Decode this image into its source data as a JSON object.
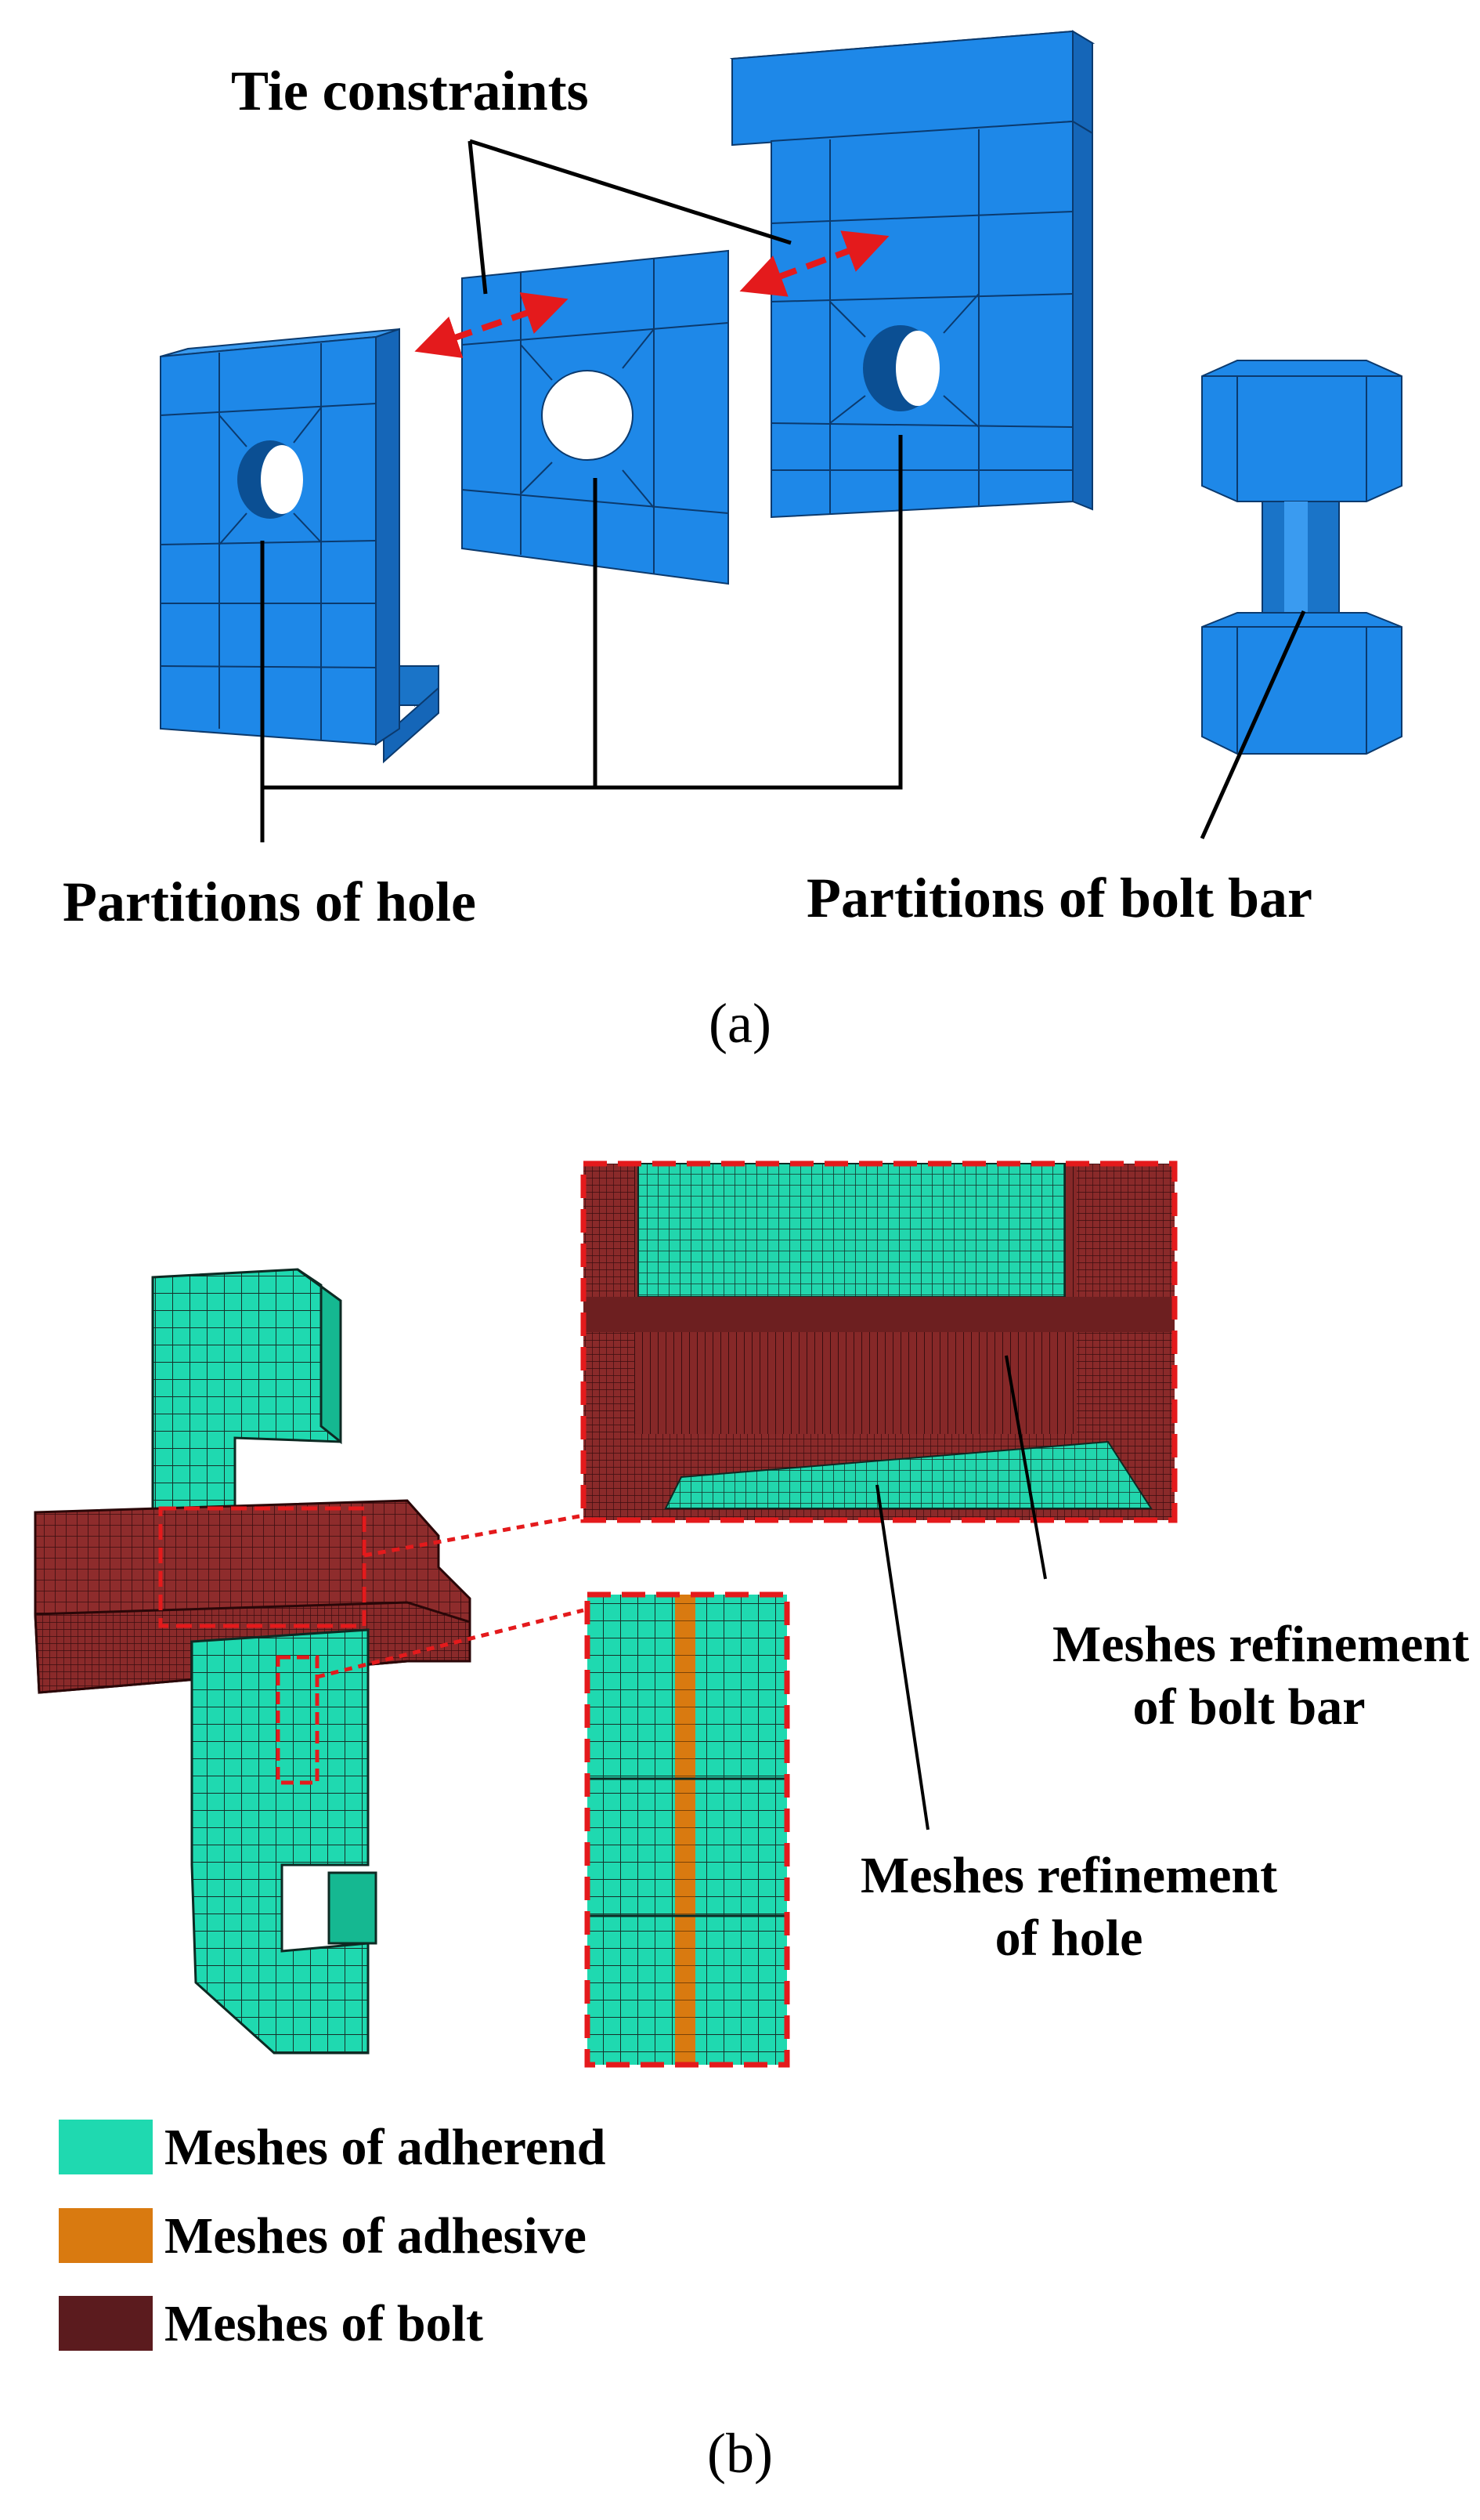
{
  "panel_a": {
    "caption": "(a)",
    "labels": {
      "tie_constraints": "Tie constraints",
      "partitions_hole": "Partitions of hole",
      "partitions_bolt_bar": "Partitions of bolt bar"
    }
  },
  "panel_b": {
    "caption": "(b)",
    "labels": {
      "refine_bolt_line1": "Meshes refinement",
      "refine_bolt_line2": "of bolt bar",
      "refine_hole_line1": "Meshes refinement",
      "refine_hole_line2": "of hole"
    },
    "legend": [
      {
        "label": "Meshes of adherend",
        "color": "#1fd9b0"
      },
      {
        "label": "Meshes of adhesive",
        "color": "#d97a10"
      },
      {
        "label": "Meshes of bolt",
        "color": "#5b1b1e"
      }
    ]
  },
  "colors": {
    "part_blue": "#1e88e8",
    "part_blue_dark": "#1566b8",
    "part_blue_side": "#1a74c8",
    "adherend": "#1fd9b0",
    "adhesive": "#d97a10",
    "bolt": "#8a2a2a",
    "bolt_dark": "#5b1b1e",
    "mesh_line": "#16312a",
    "highlight": "#e41a1c"
  }
}
